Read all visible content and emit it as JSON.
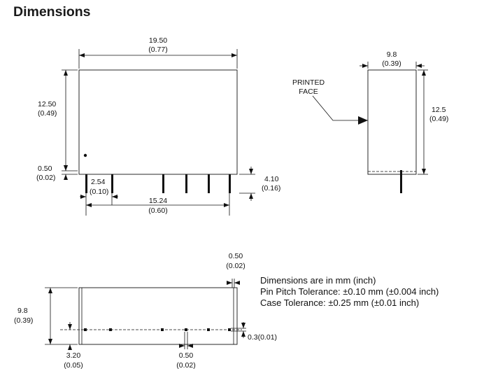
{
  "title": "Dimensions",
  "colors": {
    "ink": "#111111",
    "background": "#ffffff"
  },
  "front_view": {
    "width_mm": "19.50",
    "width_in": "(0.77)",
    "height_mm": "12.50",
    "height_in": "(0.49)",
    "standoff_mm": "0.50",
    "standoff_in": "(0.02)",
    "pitch_mm": "2.54",
    "pitch_in": "(0.10)",
    "pin_span_mm": "15.24",
    "pin_span_in": "(0.60)",
    "pin_length_mm": "4.10",
    "pin_length_in": "(0.16)"
  },
  "side_view": {
    "label_line1": "PRINTED",
    "label_line2": "FACE",
    "depth_mm": "9.8",
    "depth_in": "(0.39)",
    "height_mm": "12.5",
    "height_in": "(0.49)"
  },
  "bottom_view": {
    "pin_dia_mm": "0.50",
    "pin_dia_in": "(0.02)",
    "depth_mm": "9.8",
    "depth_in": "(0.39)",
    "row_offset_mm": "3.20",
    "row_offset_in": "(0.05)",
    "pin_width_mm": "0.50",
    "pin_width_in": "(0.02)",
    "row_tol": "0.3(0.01)"
  },
  "notes": [
    "Dimensions are in mm (inch)",
    "Pin Pitch Tolerance: ±0.10 mm (±0.004 inch)",
    "Case Tolerance: ±0.25 mm (±0.01 inch)"
  ]
}
